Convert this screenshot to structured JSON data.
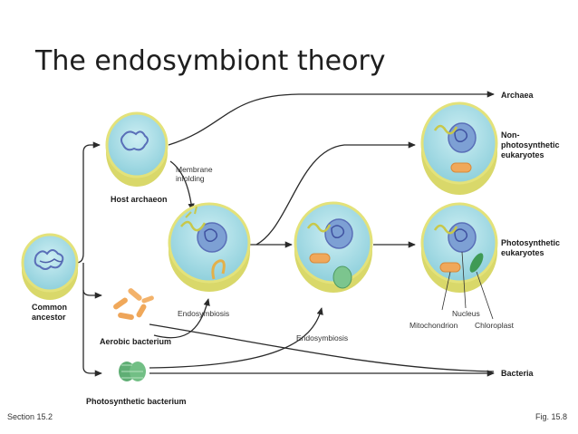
{
  "slide": {
    "title": "The endosymbiont theory",
    "section": "Section 15.2",
    "figure_ref": "Fig. 15.8"
  },
  "labels": {
    "common_ancestor_line1": "Common",
    "common_ancestor_line2": "ancestor",
    "host_archaeon": "Host archaeon",
    "membrane_line1": "Membrane",
    "membrane_line2": "infolding",
    "aerobic_bacterium": "Aerobic bacterium",
    "photosynthetic_bacterium": "Photosynthetic bacterium",
    "endosymbiosis_1": "Endosymbiosis",
    "endosymbiosis_2": "Endosymbiosis",
    "archaea": "Archaea",
    "bacteria": "Bacteria",
    "nonphoto_line1": "Non-",
    "nonphoto_line2": "photosynthetic",
    "nonphoto_line3": "eukaryotes",
    "photo_line1": "Photosynthetic",
    "photo_line2": "eukaryotes",
    "nucleus": "Nucleus",
    "mitochondrion": "Mitochondrion",
    "chloroplast": "Chloroplast"
  },
  "colors": {
    "cell_fill": "#a9dde6",
    "cell_rim": "#e3e27a",
    "nucleus": "#6f86c7",
    "mitochondrion": "#f0a85a",
    "chloroplast": "#7cc58e",
    "arrow": "#2a2a2a"
  }
}
